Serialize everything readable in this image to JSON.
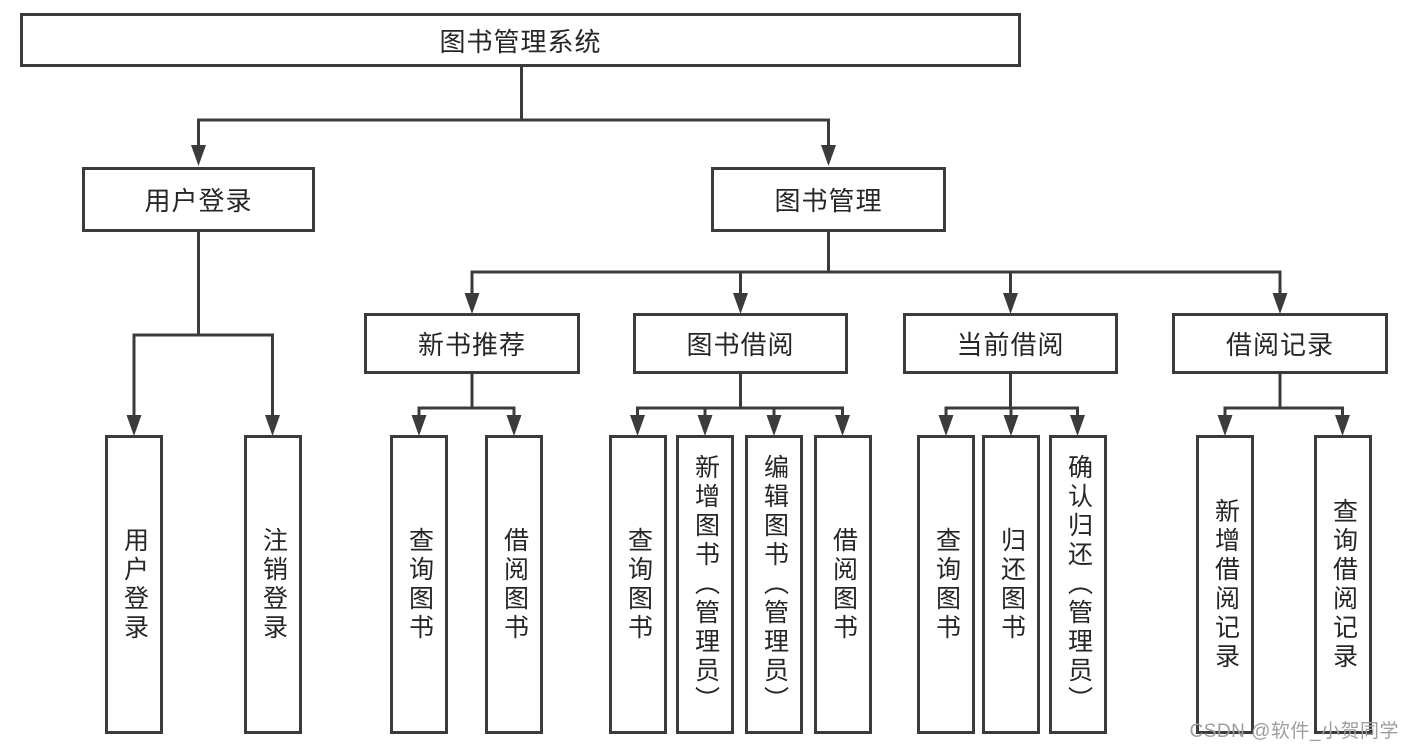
{
  "tree": {
    "root": {
      "label": "图书管理系统"
    },
    "children": [
      {
        "label": "用户登录",
        "leaves": [
          "用户登录",
          "注销登录"
        ]
      },
      {
        "label": "图书管理",
        "groups": [
          {
            "label": "新书推荐",
            "leaves": [
              "查询图书",
              "借阅图书"
            ]
          },
          {
            "label": "图书借阅",
            "leaves": [
              "查询图书",
              "新增图书（管理员）",
              "编辑图书（管理员）",
              "借阅图书"
            ]
          },
          {
            "label": "当前借阅",
            "leaves": [
              "查询图书",
              "归还图书",
              "确认归还（管理员）"
            ]
          },
          {
            "label": "借阅记录",
            "leaves": [
              "新增借阅记录",
              "查询借阅记录"
            ]
          }
        ]
      }
    ]
  },
  "watermark": {
    "text": "CSDN @软件_小贺同学"
  },
  "colors": {
    "line": "#3b3b3b",
    "box_border": "#3b3b3b",
    "box_fill": "#ffffff",
    "text": "#262626",
    "background": "#ffffff",
    "watermark": "#9e9e9e"
  }
}
